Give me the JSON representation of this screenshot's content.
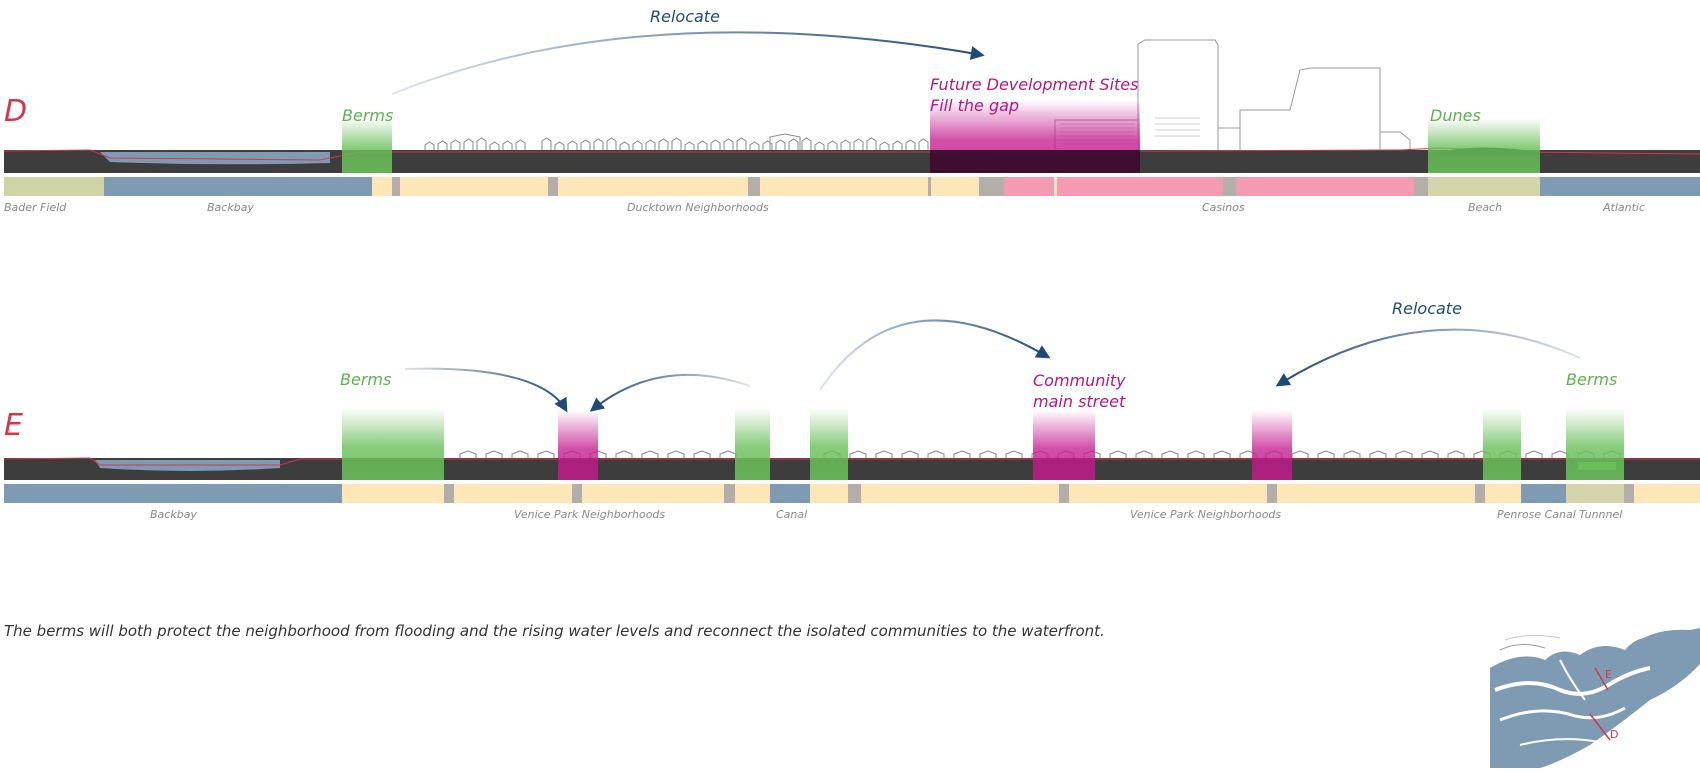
{
  "section_d": {
    "letter": "D",
    "labels": {
      "berms": "Berms",
      "dev_line1": "Future Development Sites",
      "dev_line2": "Fill the gap",
      "dunes": "Dunes",
      "relocate": "Relocate"
    },
    "zones": [
      "Bader Field",
      "Backbay",
      "Ducktown Neighborhoods",
      "Casinos",
      "Beach",
      "Atlantic"
    ]
  },
  "section_e": {
    "letter": "E",
    "labels": {
      "berms_left": "Berms",
      "community_line1": "Community",
      "community_line2": "main street",
      "relocate": "Relocate",
      "berms_right": "Berms"
    },
    "zones": [
      "Backbay",
      "Venice Park Neighborhoods",
      "Canal",
      "Venice Park Neighborhoods",
      "Penrose Canal",
      "Tunnnel"
    ]
  },
  "caption": "The berms will both protect the neighborhood from flooding and the rising water levels and reconnect the isolated communities to the waterfront.",
  "map_markers": [
    "E",
    "D"
  ],
  "colors": {
    "ground": "#3d3d3d",
    "water": "#7e9bb3",
    "residential": "#fde7b8",
    "casino": "#f49ab3",
    "beach": "#d4d5a9",
    "field": "#cfd3a6",
    "gap": "#b3aea9",
    "berm_green": "#6abf5a",
    "development_magenta": "#c41a8d",
    "arrow_blue": "#1f4a7a",
    "letter_red": "#d4364a"
  }
}
